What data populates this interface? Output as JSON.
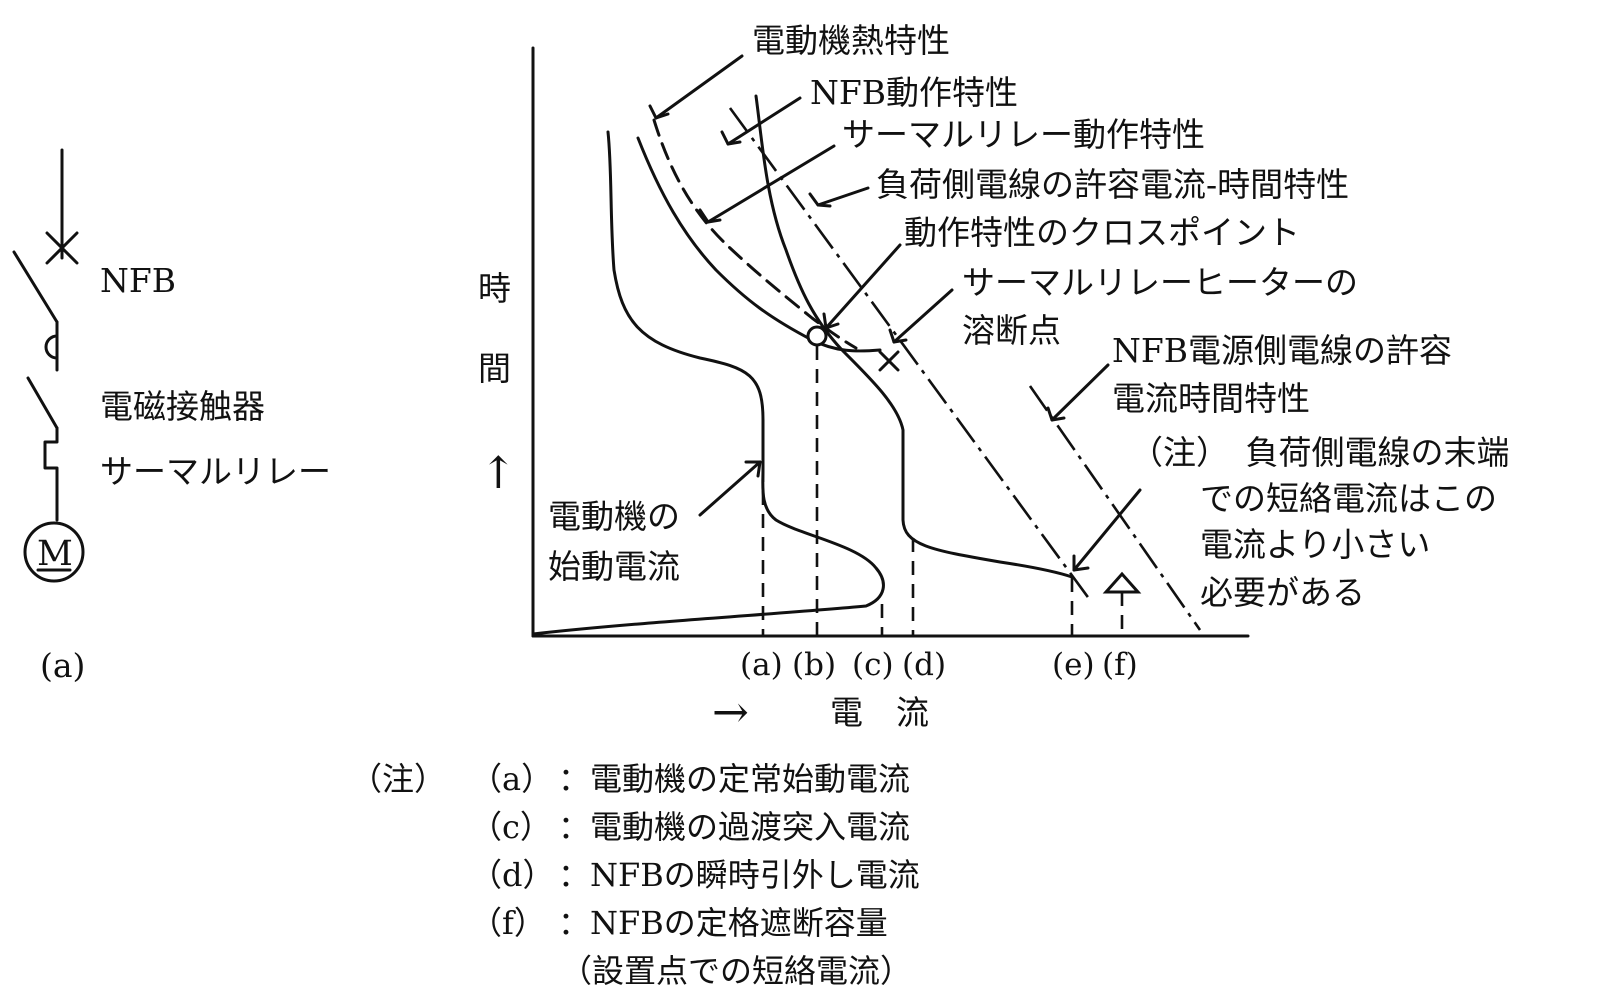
{
  "circuit": {
    "nfb_label": "NFB",
    "contactor_label": "電磁接触器",
    "relay_label": "サーマルリレー",
    "motor_symbol": "M",
    "figure_label": "(a)"
  },
  "graph": {
    "y_axis_label": [
      "時",
      "間"
    ],
    "y_arrow": "↑",
    "x_arrow": "→",
    "x_axis_label": "電　流",
    "ticks": [
      "(a)",
      "(b)",
      "(c)",
      "(d)",
      "(e)",
      "(f)"
    ],
    "labels": {
      "motor_thermal": "電動機熱特性",
      "nfb_operating": "NFB動作特性",
      "relay_operating": "サーマルリレー動作特性",
      "load_wire": "負荷側電線の許容電流-時間特性",
      "cross_point": "動作特性のクロスポイント",
      "heater_melt_1": "サーマルリレーヒーターの",
      "heater_melt_2": "溶断点",
      "source_wire_1": "NFB電源側電線の許容",
      "source_wire_2": "電流時間特性",
      "motor_start_1": "電動機の",
      "motor_start_2": "始動電流",
      "short_note_1": "（注）　負荷側電線の末端",
      "short_note_2": "での短絡電流はこの",
      "short_note_3": "電流より小さい",
      "short_note_4": "必要がある"
    }
  },
  "notes": {
    "head": "（注）",
    "rows": [
      {
        "key": "（a）",
        "text": "：電動機の定常始動電流"
      },
      {
        "key": "（c）",
        "text": "：電動機の過渡突入電流"
      },
      {
        "key": "（d）",
        "text": "：NFBの瞬時引外し電流"
      },
      {
        "key": "（f）",
        "text": "：NFBの定格遮断容量"
      }
    ],
    "sub": "（設置点での短絡電流）"
  }
}
